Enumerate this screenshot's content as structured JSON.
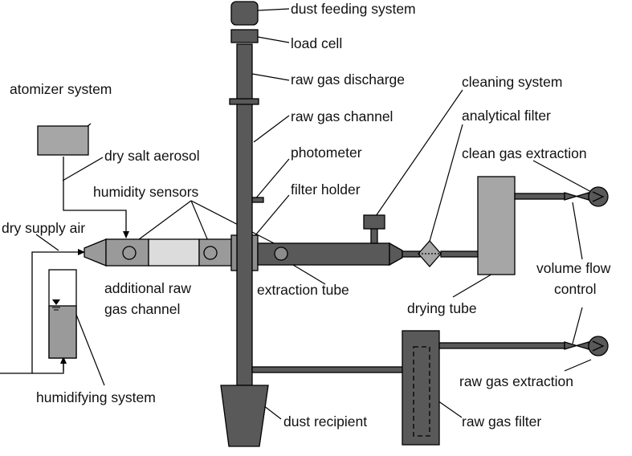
{
  "colors": {
    "dark": "#595959",
    "medium": "#8c8c8c",
    "light": "#a6a6a6",
    "pale": "#dcdcdc",
    "water": "#9a9a9a",
    "line": "#000000"
  },
  "labels": {
    "dust_feeding_system": "dust feeding system",
    "load_cell": "load cell",
    "raw_gas_discharge": "raw gas discharge",
    "raw_gas_channel": "raw gas channel",
    "atomizer_system": "atomizer system",
    "dry_salt_aerosol": "dry salt aerosol",
    "photometer": "photometer",
    "humidity_sensors": "humidity sensors",
    "filter_holder": "filter holder",
    "dry_supply_air": "dry supply air",
    "cleaning_system": "cleaning system",
    "analytical_filter": "analytical filter",
    "clean_gas_extraction": "clean gas extraction",
    "additional_raw_gas_channel_1": "additional raw",
    "additional_raw_gas_channel_2": "gas channel",
    "extraction_tube": "extraction tube",
    "volume_flow_control_1": "volume flow",
    "volume_flow_control_2": "control",
    "drying_tube": "drying tube",
    "humidifying_system": "humidifying system",
    "raw_gas_extraction": "raw gas extraction",
    "dust_recipient": "dust recipient",
    "raw_gas_filter": "raw gas filter"
  }
}
